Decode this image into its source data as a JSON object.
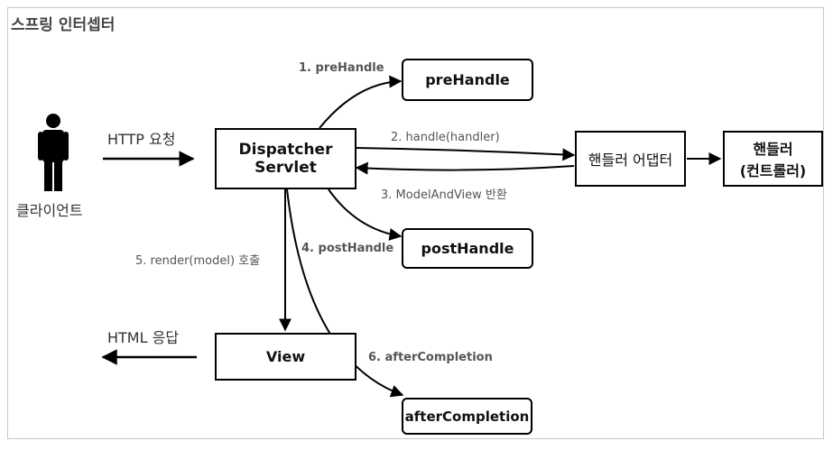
{
  "title": "스프링 인터셉터",
  "actor": {
    "label": "클라이언트"
  },
  "request_label": "HTTP 요청",
  "response_label": "HTML 응답",
  "boxes": {
    "dispatcher": [
      "Dispatcher",
      "Servlet"
    ],
    "prehandle": "preHandle",
    "posthandle": "postHandle",
    "adapter": "핸들러 어댑터",
    "handler": [
      "핸들러",
      "(컨트롤러)"
    ],
    "view": "View",
    "aftercompletion": "afterCompletion"
  },
  "edges": {
    "prehandle": "1. preHandle",
    "handle": "2. handle(handler)",
    "modelandview": "3. ModelAndView 반환",
    "posthandle": "4. postHandle",
    "render": "5. render(model) 호출",
    "aftercompletion": "6. afterCompletion"
  }
}
